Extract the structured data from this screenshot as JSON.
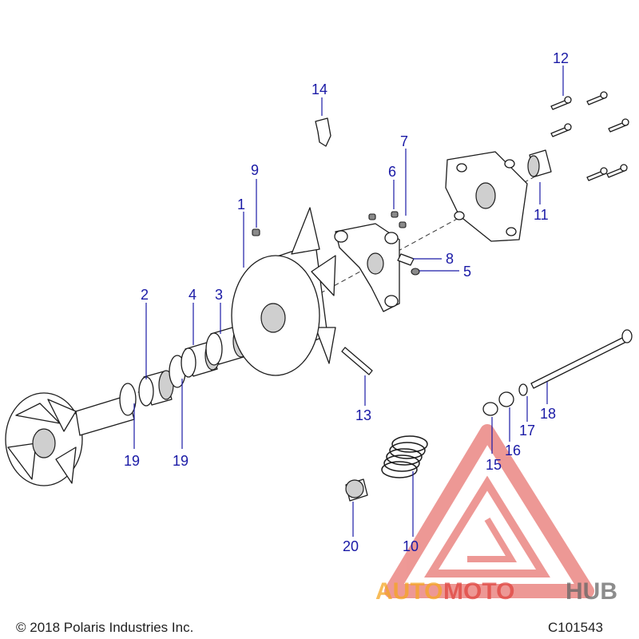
{
  "diagram": {
    "callouts": [
      "1",
      "2",
      "3",
      "4",
      "5",
      "6",
      "7",
      "8",
      "9",
      "10",
      "11",
      "12",
      "13",
      "14",
      "15",
      "16",
      "17",
      "18",
      "19",
      "19",
      "20"
    ]
  },
  "footer": {
    "copyright": "© 2018 Polaris Industries Inc.",
    "code": "C101543"
  },
  "watermark": {
    "text_a": "AUTO",
    "text_b": "MOTO",
    "text_c": "HUB",
    "colors": {
      "red": "#e0453f",
      "orange": "#f5a623",
      "gray": "#666666"
    }
  }
}
